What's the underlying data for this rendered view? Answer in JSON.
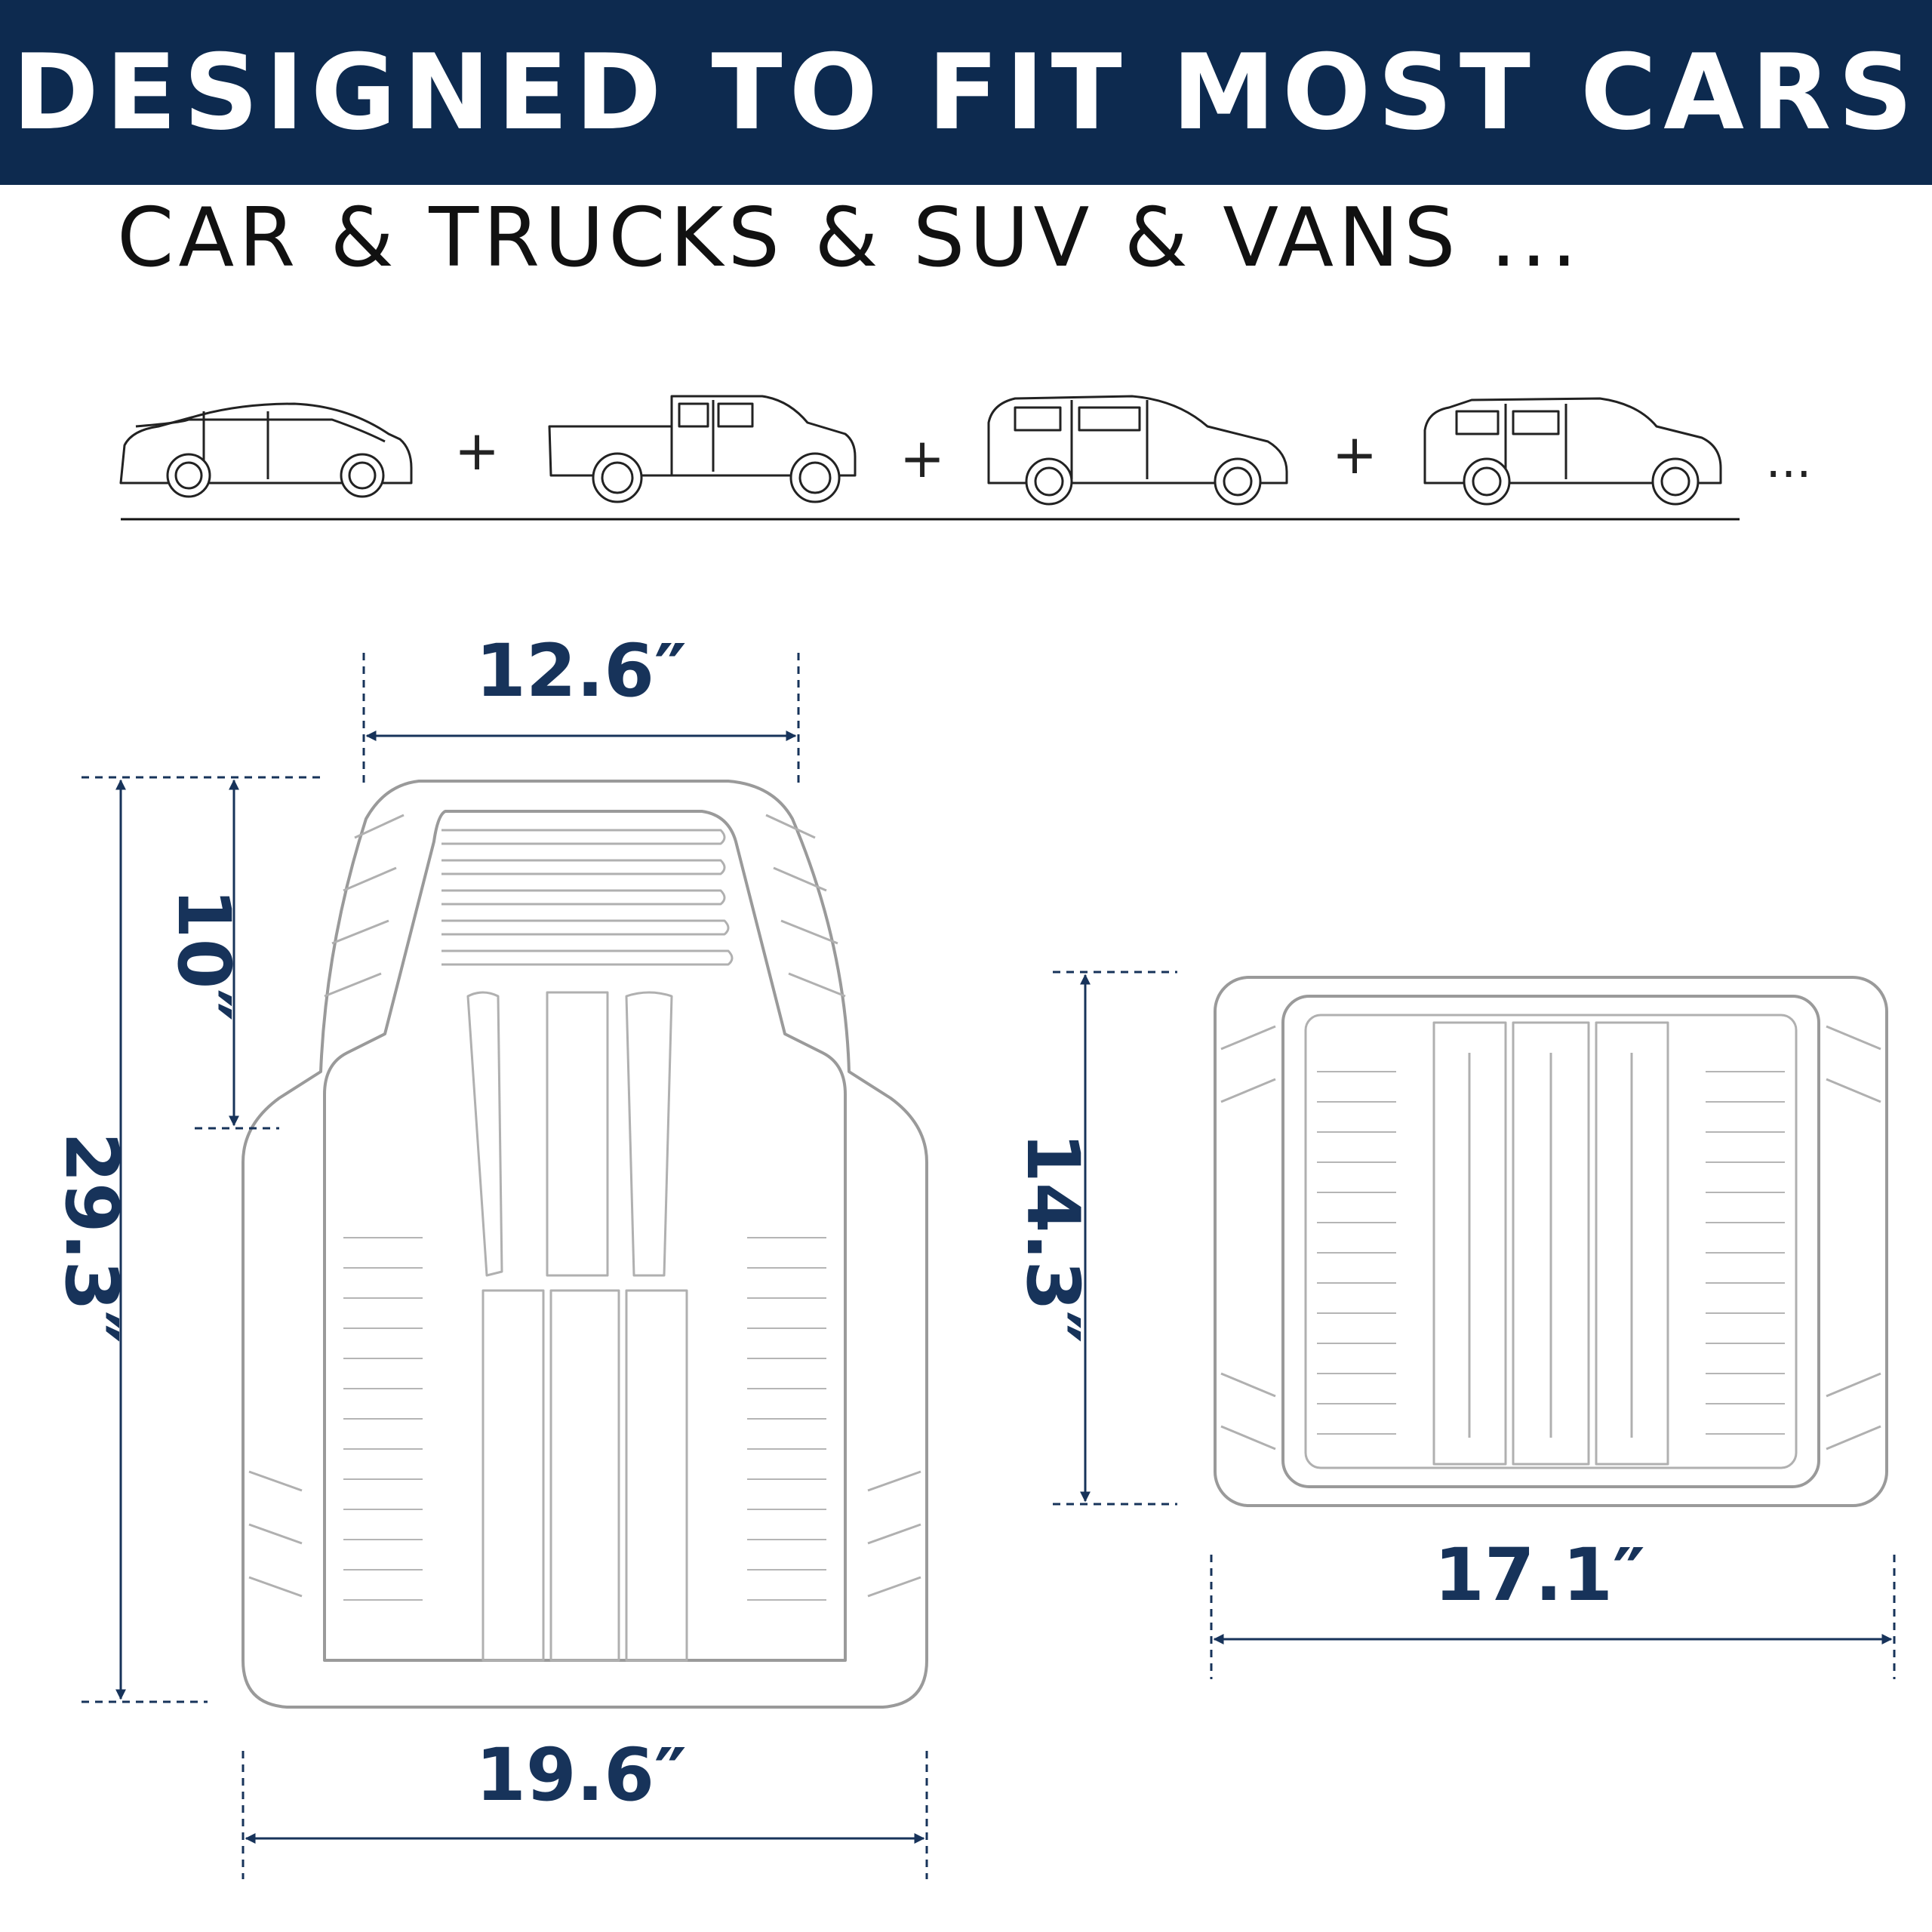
{
  "header": {
    "title": "DESIGNED TO FIT MOST CARS",
    "subtitle": "CAR & TRUCKS & SUV & VANS ..."
  },
  "vehicles": {
    "items": [
      {
        "name": "sedan",
        "icon": "sedan-icon"
      },
      {
        "name": "pickup truck",
        "icon": "pickup-truck-icon"
      },
      {
        "name": "minivan",
        "icon": "minivan-icon"
      },
      {
        "name": "suv",
        "icon": "suv-icon"
      }
    ],
    "separator": "+",
    "ellipsis": "..."
  },
  "front_mat": {
    "top_width": "12.6″",
    "bottom_width": "19.6″",
    "total_length": "29.3″",
    "upper_length": "10″"
  },
  "rear_mat": {
    "height": "14.3″",
    "width": "17.1″"
  },
  "colors": {
    "navy": "#0d2a4f",
    "dimension": "#17335a",
    "mat_outline": "#9a9a9a"
  }
}
